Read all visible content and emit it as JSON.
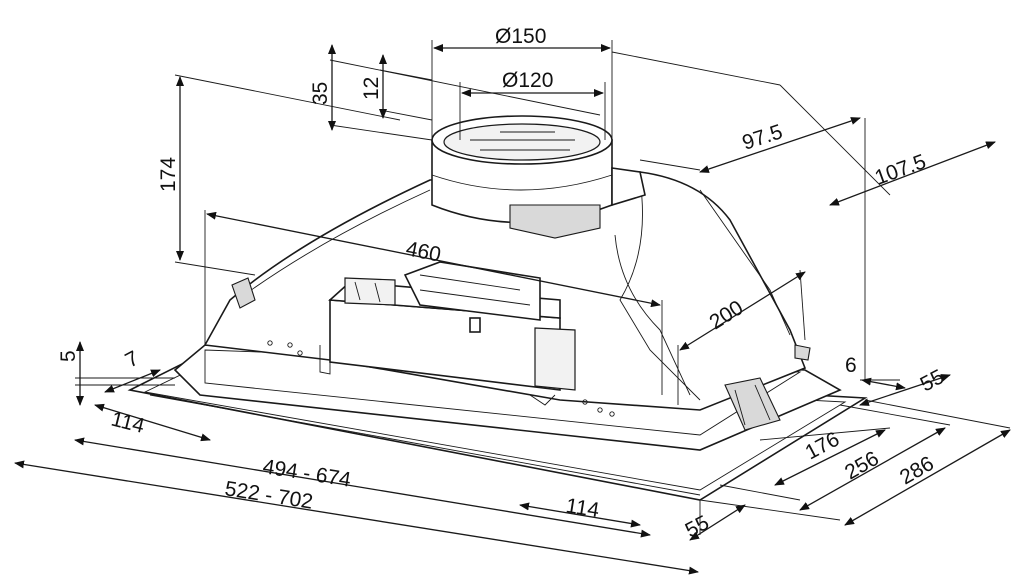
{
  "dimensions": {
    "duct_outer": "Ø150",
    "duct_inner": "Ø120",
    "collar_35": "35",
    "collar_12": "12",
    "height_174": "174",
    "offset_97_5": "97.5",
    "offset_107_5": "107.5",
    "width_460": "460",
    "depth_200": "200",
    "lip_5": "5",
    "lip_7": "7",
    "lip_6": "6",
    "edge_55_right": "55",
    "edge_55_front": "55",
    "inset_114_left": "114",
    "inset_114_right": "114",
    "depth_176": "176",
    "depth_256": "256",
    "depth_286": "286",
    "width_range_inner": "494 - 674",
    "width_range_outer": "522 - 702"
  }
}
